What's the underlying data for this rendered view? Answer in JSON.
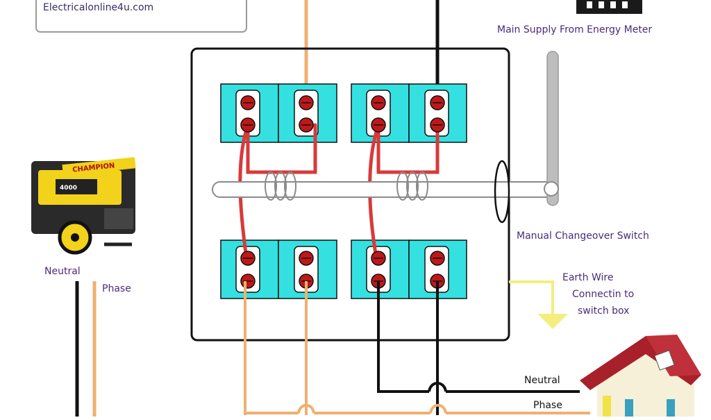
{
  "site_label": "Electricalonline4u.com",
  "labels": {
    "main_supply": "Main Supply From Energy Meter",
    "manual_switch": "Manual Changeover Switch",
    "earth_wire_1": "Earth Wire",
    "earth_wire_2": "Connectin to",
    "earth_wire_3": "switch box",
    "gen_neutral": "Neutral",
    "gen_phase": "Phase",
    "house_neutral": "Neutral",
    "house_phase": "Phase"
  },
  "generator": {
    "brand": "CHAMPION",
    "model": "4000"
  },
  "colors": {
    "terminal_block": "#35e0e0",
    "terminal_screw": "#c01818",
    "wire_phase": "#f0b070",
    "wire_neutral": "#111111",
    "wire_jumper": "#d83a3a",
    "wire_earth": "#f4ee80",
    "label_text": "#4a2a7a"
  }
}
